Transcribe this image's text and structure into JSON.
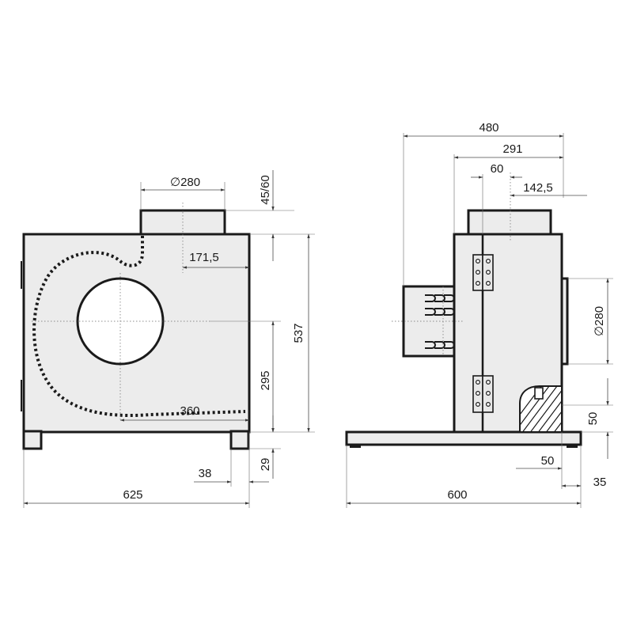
{
  "front_view": {
    "dim_inlet_diameter": "280",
    "dim_flange_height": "45/60",
    "dim_flange_offset": "171,5",
    "dim_total_height": "537",
    "dim_axis_height": "295",
    "dim_axis_offset": "360",
    "dim_foot_height": "29",
    "dim_foot_width": "38",
    "dim_total_width": "625"
  },
  "side_view": {
    "dim_total_depth": "480",
    "dim_outlet_depth": "291",
    "dim_outlet_to_axis": "60",
    "dim_axis_to_back": "142,5",
    "dim_inlet_diameter": "280",
    "dim_hatch_height": "50",
    "dim_hatch_width": "50",
    "dim_base_overhang": "35",
    "dim_base_length": "600"
  },
  "symbols": {
    "diameter": "∅"
  },
  "colors": {
    "housing_fill": "#ececec",
    "line": "#1a1a1a"
  }
}
